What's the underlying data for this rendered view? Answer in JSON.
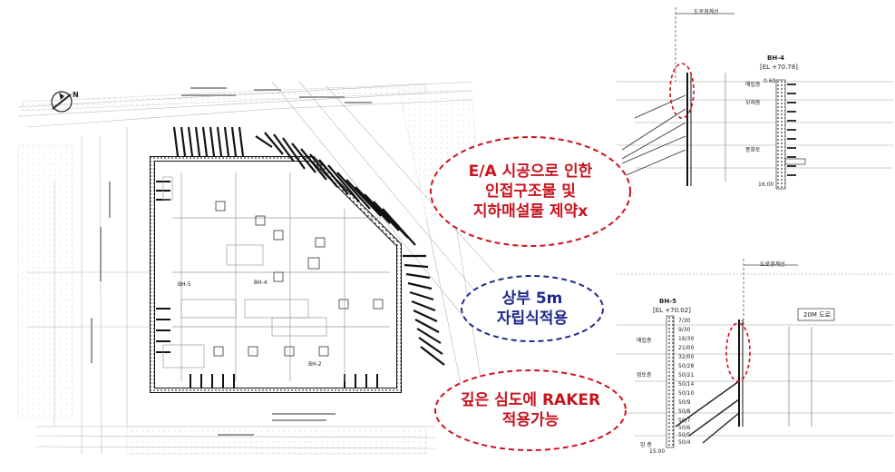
{
  "callouts": [
    {
      "id": "ea-constraint",
      "color": "#c8141e",
      "lines": [
        "E/A 시공으로 인한",
        "인접구조물 및",
        "지하매설물 제약x"
      ]
    },
    {
      "id": "upper-self-support",
      "color": "#1f2a8c",
      "lines": [
        "상부 5m",
        "자립식적용"
      ]
    },
    {
      "id": "raker",
      "color": "#c8141e",
      "lines": [
        "깊은 심도에 RAKER",
        "적용가능"
      ]
    }
  ],
  "section_top": {
    "borehole": "BH-4",
    "elevation": "[EL +70.78]",
    "road_label": "도로경계선",
    "layers": [
      "매립층",
      "모래층",
      "풍화토"
    ],
    "depth_marks": [
      "0.60",
      "16.00"
    ]
  },
  "section_bottom": {
    "borehole": "BH-5",
    "elevation": "[EL +70.02]",
    "road_label": "도로경계선",
    "road_width": "20M 도로",
    "layers": [
      "매립층",
      "점토층",
      "암 층"
    ],
    "depth_marks": [
      "7/30",
      "9/30",
      "16/30",
      "21/00",
      "32/00",
      "50/28",
      "50/21",
      "50/14",
      "50/10",
      "50/9",
      "50/8",
      "50/7",
      "50/6",
      "50/5",
      "50/4",
      "15.00"
    ]
  },
  "plan": {
    "north_label": "N",
    "labels": [
      "BH-2",
      "BH-4",
      "BH-5"
    ]
  }
}
